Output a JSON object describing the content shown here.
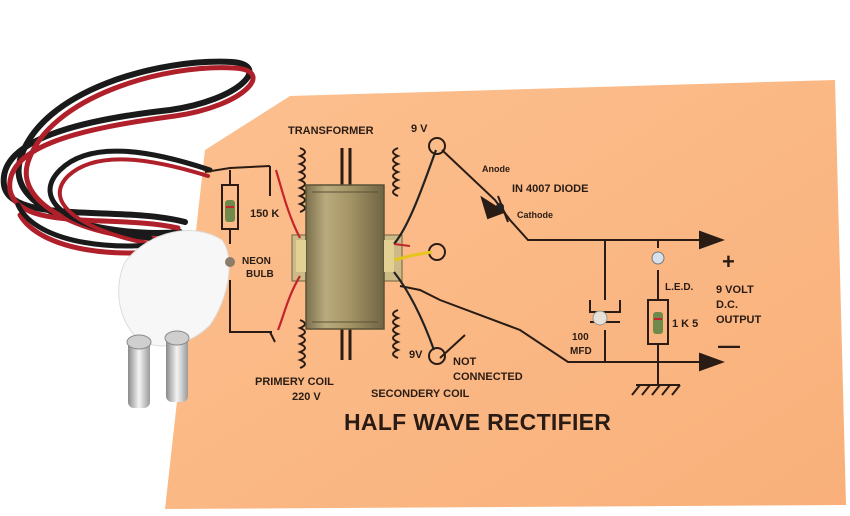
{
  "photo": {
    "board": {
      "color": "#fbb985",
      "labels": {
        "transformer": "TRANSFORMER",
        "top_voltage": "9 V",
        "resistor_value": "150 K",
        "neon_line1": "NEON",
        "neon_line2": "BULB",
        "anode": "Anode",
        "diode": "IN 4007 DIODE",
        "cathode": "Cathode",
        "plus": "+",
        "minus": "—",
        "output_line1": "9 VOLT",
        "output_line2": "D.C.",
        "output_line3": "OUTPUT",
        "led": "L.E.D.",
        "led_resistor": "1 K 5",
        "cap_value": "100",
        "cap_unit": "MFD",
        "bottom_voltage": "9V",
        "not_connected_line1": "NOT",
        "not_connected_line2": "CONNECTED",
        "secondary": "SECONDERY COIL",
        "primary_line1": "PRIMERY COIL",
        "primary_line2": "220 V",
        "title": "HALF WAVE RECTIFIER"
      }
    },
    "colors": {
      "ink": "#2a1c14",
      "cable_red": "#b0202a",
      "cable_black": "#1a1a1a",
      "transformer_core": "#a39467",
      "led_wire": "#e5c51e"
    }
  }
}
